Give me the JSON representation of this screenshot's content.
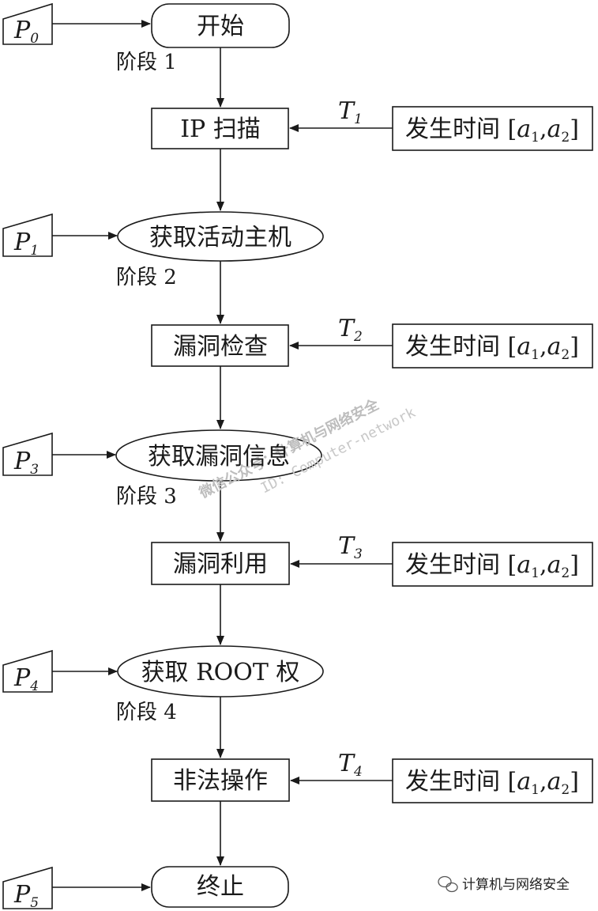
{
  "start": "开始",
  "end": "终止",
  "stages": [
    {
      "label": "阶段 1"
    },
    {
      "label": "阶段 2"
    },
    {
      "label": "阶段 3"
    },
    {
      "label": "阶段 4"
    }
  ],
  "processes": [
    {
      "label": "IP 扫描",
      "t_letter": "T",
      "t_sub": "1"
    },
    {
      "label": "漏洞检查",
      "t_letter": "T",
      "t_sub": "2"
    },
    {
      "label": "漏洞利用",
      "t_letter": "T",
      "t_sub": "3"
    },
    {
      "label": "非法操作",
      "t_letter": "T",
      "t_sub": "4"
    }
  ],
  "states": [
    {
      "label": "获取活动主机"
    },
    {
      "label": "获取漏洞信息"
    },
    {
      "label": "获取 ROOT 权"
    }
  ],
  "time_box": {
    "prefix": "发生时间 [",
    "a": "a",
    "sub1": "1",
    "comma": ",",
    "sub2": "2",
    "suffix": "]"
  },
  "inputs": [
    {
      "letter": "P",
      "sub": "0"
    },
    {
      "letter": "P",
      "sub": "1"
    },
    {
      "letter": "P",
      "sub": "3"
    },
    {
      "letter": "P",
      "sub": "4"
    },
    {
      "letter": "P",
      "sub": "5"
    }
  ],
  "watermark": {
    "line1": "微信公众号：计算机与网络安全",
    "line2": "ID: Computer-network"
  },
  "brand": {
    "label": "计算机与网络安全",
    "icon": "wechat-icon"
  }
}
